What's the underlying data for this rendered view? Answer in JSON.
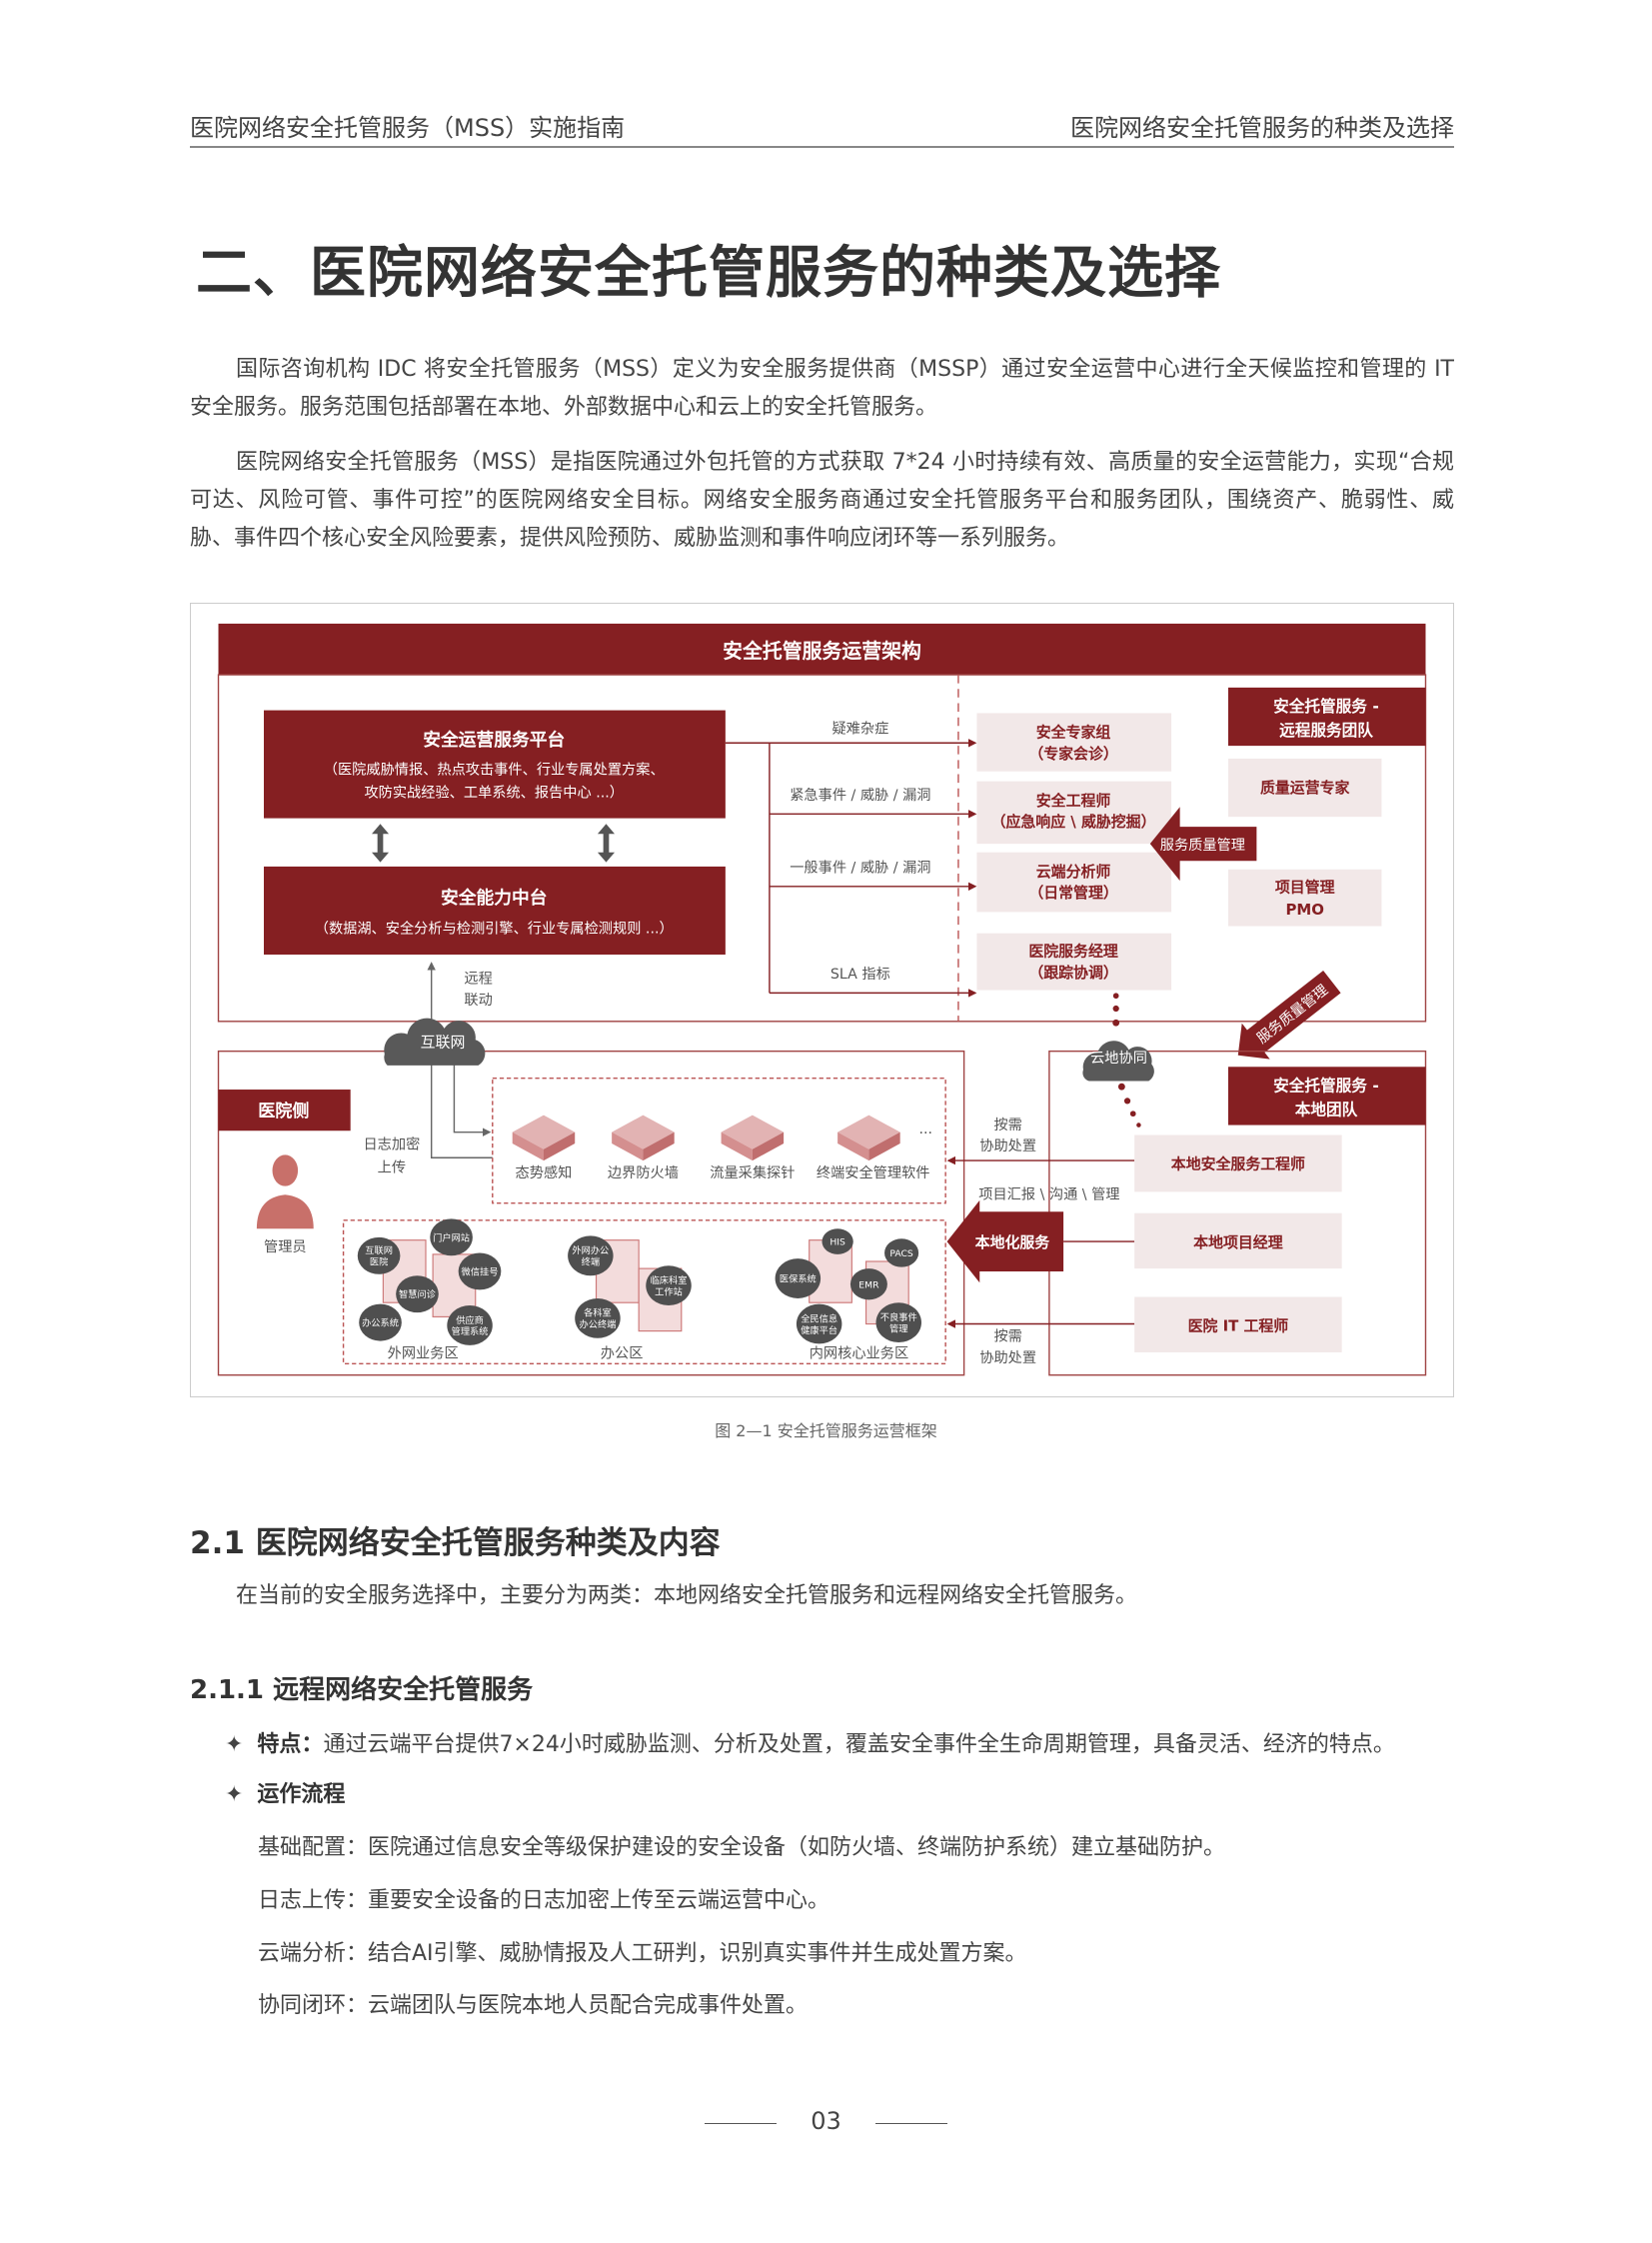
{
  "header": {
    "left": "医院网络安全托管服务（MSS）实施指南",
    "right": "医院网络安全托管服务的种类及选择"
  },
  "title": "二、医院网络安全托管服务的种类及选择",
  "paragraphs": [
    "国际咨询机构 IDC 将安全托管服务（MSS）定义为安全服务提供商（MSSP）通过安全运营中心进行全天候监控和管理的 IT 安全服务。服务范围包括部署在本地、外部数据中心和云上的安全托管服务。",
    "医院网络安全托管服务（MSS）是指医院通过外包托管的方式获取 7*24 小时持续有效、高质量的安全运营能力，实现“合规可达、风险可管、事件可控”的医院网络安全目标。网络安全服务商通过安全托管服务平台和服务团队，围绕资产、脆弱性、威胁、事件四个核心安全风险要素，提供风险预防、威胁监测和事件响应闭环等一系列服务。"
  ],
  "diagram": {
    "title": "安全托管服务运营架构",
    "platform": {
      "title": "安全运营服务平台",
      "line1": "（医院威胁情报、热点攻击事件、行业专属处置方案、",
      "line2": "攻防实战经验、工单系统、报告中心 ...）"
    },
    "capability": {
      "title": "安全能力中台",
      "line1": "（数据湖、安全分析与检测引擎、行业专属检测规则 ...）"
    },
    "flows": [
      "疑难杂症",
      "紧急事件 / 威胁 / 漏洞",
      "一般事件 / 威胁 / 漏洞",
      "SLA 指标"
    ],
    "roles": [
      {
        "l1": "安全专家组",
        "l2": "（专家会诊）"
      },
      {
        "l1": "安全工程师",
        "l2": "（应急响应 \\ 威胁挖掘）"
      },
      {
        "l1": "云端分析师",
        "l2": "（日常管理）"
      },
      {
        "l1": "医院服务经理",
        "l2": "（跟踪协调）"
      }
    ],
    "remote_team": {
      "l1": "安全托管服务 -",
      "l2": "远程服务团队",
      "quality": "质量运营专家",
      "pmo1": "项目管理",
      "pmo2": "PMO"
    },
    "quality_arrow": "服务质量管理",
    "quality_arrow2": "服务质量管理",
    "remote_link": {
      "l1": "远程",
      "l2": "联动"
    },
    "internet": "互联网",
    "cloud_local": "云地协同",
    "hospital_side": "医院侧",
    "log_upload": {
      "l1": "日志加密",
      "l2": "上传"
    },
    "admin": "管理员",
    "devices": [
      "态势感知",
      "边界防火墙",
      "流量采集探针",
      "终端安全管理软件"
    ],
    "devices_more": "...",
    "zones": [
      "外网业务区",
      "办公区",
      "内网核心业务区"
    ],
    "outer_nodes": [
      "互联网",
      "医院",
      "门户网站",
      "微信挂号",
      "智慧问诊",
      "办公系统",
      "供应商",
      "管理系统"
    ],
    "office_nodes": [
      "外网办公",
      "终端",
      "临床科室",
      "工作站",
      "各科室",
      "办公终端"
    ],
    "core_nodes": [
      "HIS",
      "PACS",
      "医保系统",
      "EMR",
      "全民信息",
      "健康平台",
      "不良事件",
      "管理"
    ],
    "localized": "本地化服务",
    "local_team": {
      "l1": "安全托管服务 -",
      "l2": "本地团队"
    },
    "local_roles": [
      "本地安全服务工程师",
      "本地项目经理",
      "医院 IT 工程师"
    ],
    "assist": {
      "l1": "按需",
      "l2": "协助处置"
    },
    "report": "项目汇报 \\ 沟通 \\ 管理",
    "colors": {
      "brand": "#851f22",
      "pink": "#f2e8e8",
      "grey": "#595959",
      "device": "#d9a3a3"
    }
  },
  "caption": "图 2—1 安全托管服务运营框架",
  "section": {
    "h2": "2.1  医院网络安全托管服务种类及内容",
    "intro": "在当前的安全服务选择中，主要分为两类：本地网络安全托管服务和远程网络安全托管服务。",
    "h3": "2.1.1 远程网络安全托管服务",
    "bullets": [
      {
        "label": "特点：",
        "text": "通过云端平台提供7×24小时威胁监测、分析及处置，覆盖安全事件全生命周期管理，具备灵活、经济的特点。"
      },
      {
        "label": "运作流程",
        "text": ""
      }
    ],
    "steps": [
      "基础配置：医院通过信息安全等级保护建设的安全设备（如防火墙、终端防护系统）建立基础防护。",
      "日志上传：重要安全设备的日志加密上传至云端运营中心。",
      "云端分析：结合AI引擎、威胁情报及人工研判，识别真实事件并生成处置方案。",
      "协同闭环：云端团队与医院本地人员配合完成事件处置。"
    ]
  },
  "page_number": "03"
}
